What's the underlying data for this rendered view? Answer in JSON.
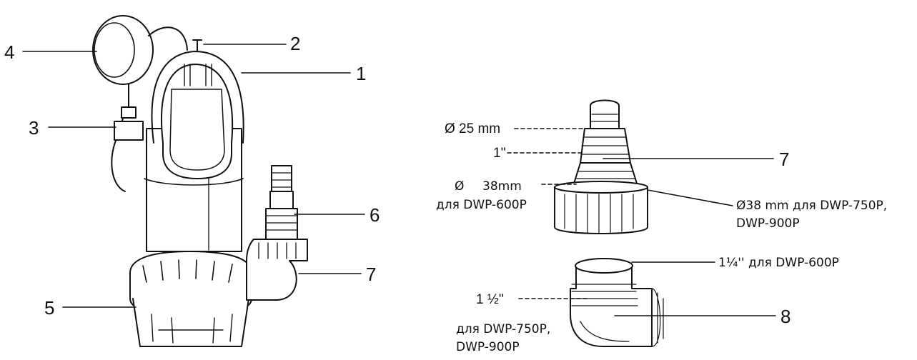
{
  "colors": {
    "line": "#111111",
    "fill": "#ffffff",
    "shade": "#e8e8e8"
  },
  "pump": {
    "callouts": [
      {
        "id": "4",
        "label": "4"
      },
      {
        "id": "2",
        "label": "2"
      },
      {
        "id": "1",
        "label": "1"
      },
      {
        "id": "3",
        "label": "3"
      },
      {
        "id": "6",
        "label": "6"
      },
      {
        "id": "7",
        "label": "7"
      },
      {
        "id": "5",
        "label": "5"
      }
    ]
  },
  "adapter": {
    "d25": "Ø 25 mm",
    "inch1": "1''",
    "d38_symbol": "Ø",
    "d38_value": "38mm",
    "d38_model": "для DWP-600P",
    "part7": "7",
    "d38_right_line1": "Ø38 mm для DWP-750P,",
    "d38_right_line2": "DWP-900P"
  },
  "elbow": {
    "inch114": "1¼'' для DWP-600P",
    "inch112": "1 ½''",
    "inch112_model_line1": "для DWP-750P,",
    "inch112_model_line2": "DWP-900P",
    "part8": "8"
  }
}
